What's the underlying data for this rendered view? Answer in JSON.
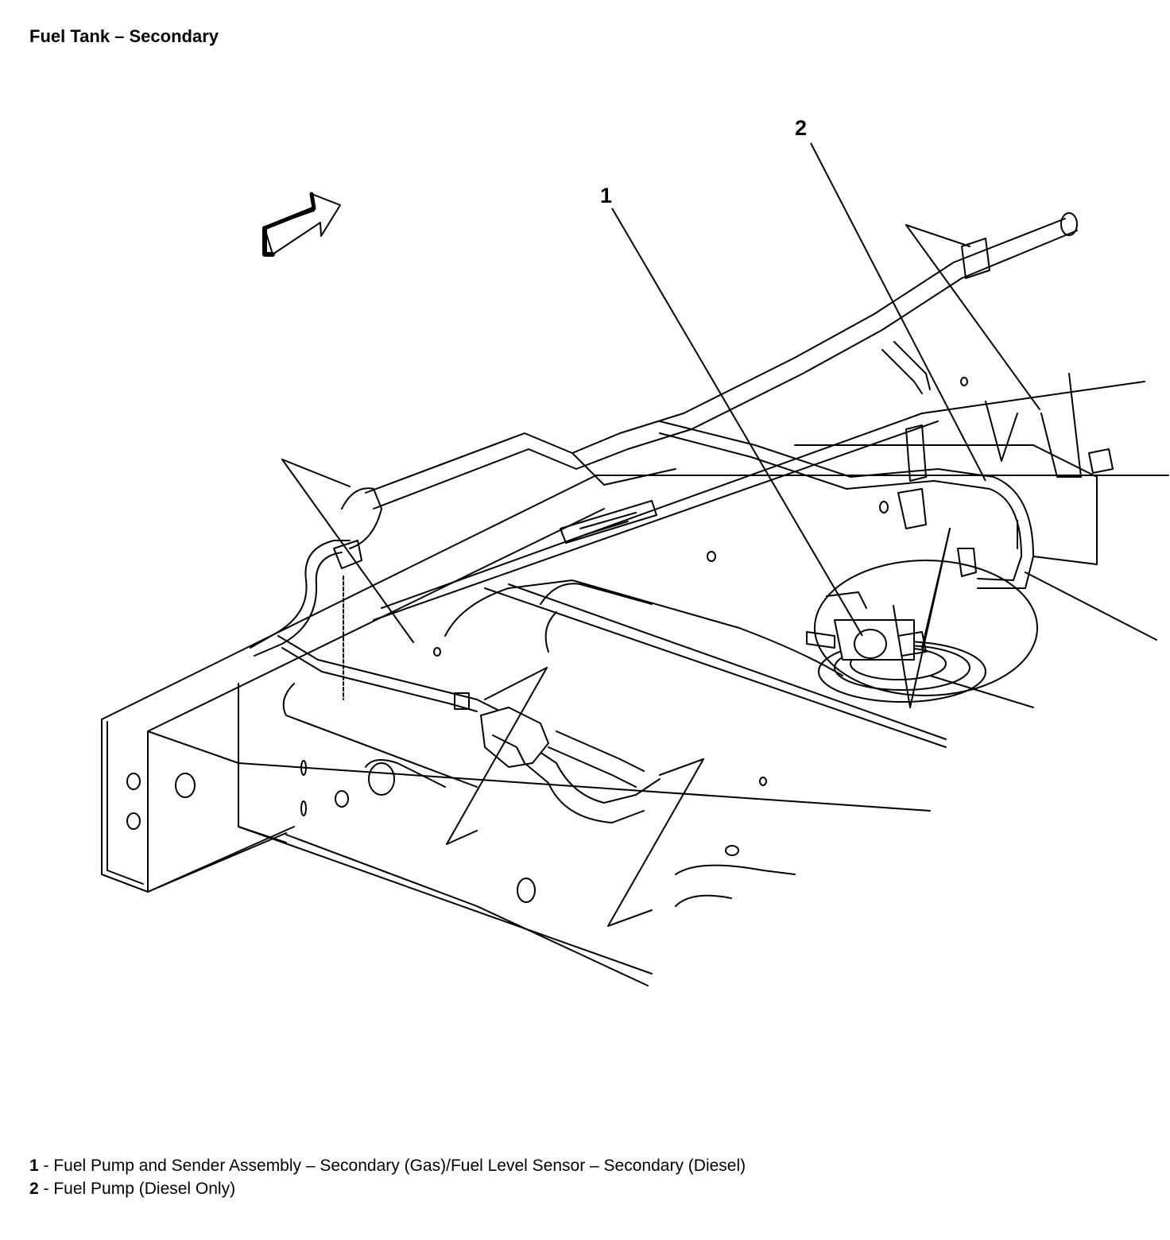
{
  "title": "Fuel Tank – Secondary",
  "callouts": [
    {
      "number": "1"
    },
    {
      "number": "2"
    }
  ],
  "legend": [
    {
      "number": "1",
      "separator": " - ",
      "text": "Fuel Pump and Sender Assembly – Secondary (Gas)/Fuel Level Sensor – Secondary (Diesel)"
    },
    {
      "number": "2",
      "separator": " - ",
      "text": "Fuel Pump (Diesel Only)"
    }
  ],
  "colors": {
    "line": "#000000",
    "background": "#ffffff"
  },
  "icons": [
    "front-direction-arrow-icon"
  ]
}
